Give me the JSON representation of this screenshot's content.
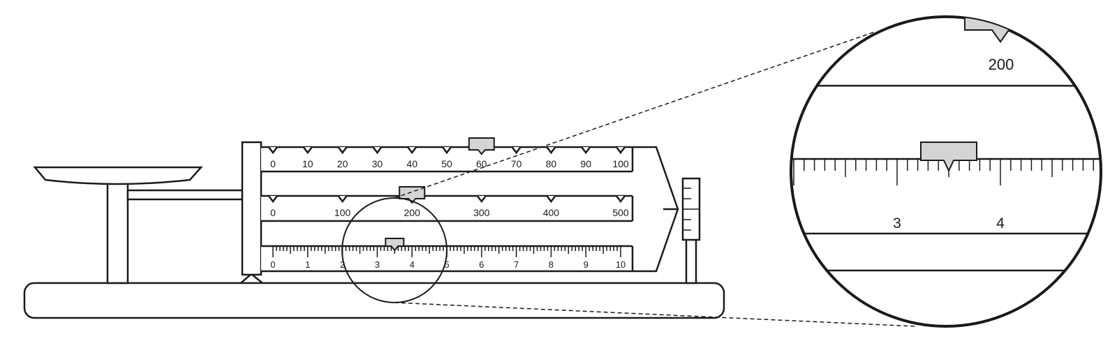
{
  "diagram": {
    "beams": [
      {
        "name": "beam-tens",
        "labels": [
          "0",
          "10",
          "20",
          "30",
          "40",
          "50",
          "60",
          "70",
          "80",
          "90",
          "100"
        ],
        "rider_value": 60
      },
      {
        "name": "beam-hundreds",
        "labels": [
          "0",
          "100",
          "200",
          "300",
          "400",
          "500"
        ],
        "rider_value": 200
      },
      {
        "name": "beam-ones",
        "labels": [
          "0",
          "1",
          "2",
          "3",
          "4",
          "5",
          "6",
          "7",
          "8",
          "9",
          "10"
        ],
        "rider_value": 3.5
      }
    ],
    "magnifier": {
      "top_label": "200",
      "scale_labels": [
        "3",
        "4"
      ],
      "rider_value": 3.5
    },
    "colors": {
      "stroke": "#1a1a1a",
      "rider": "#d4d4d4",
      "background": "#ffffff"
    }
  }
}
